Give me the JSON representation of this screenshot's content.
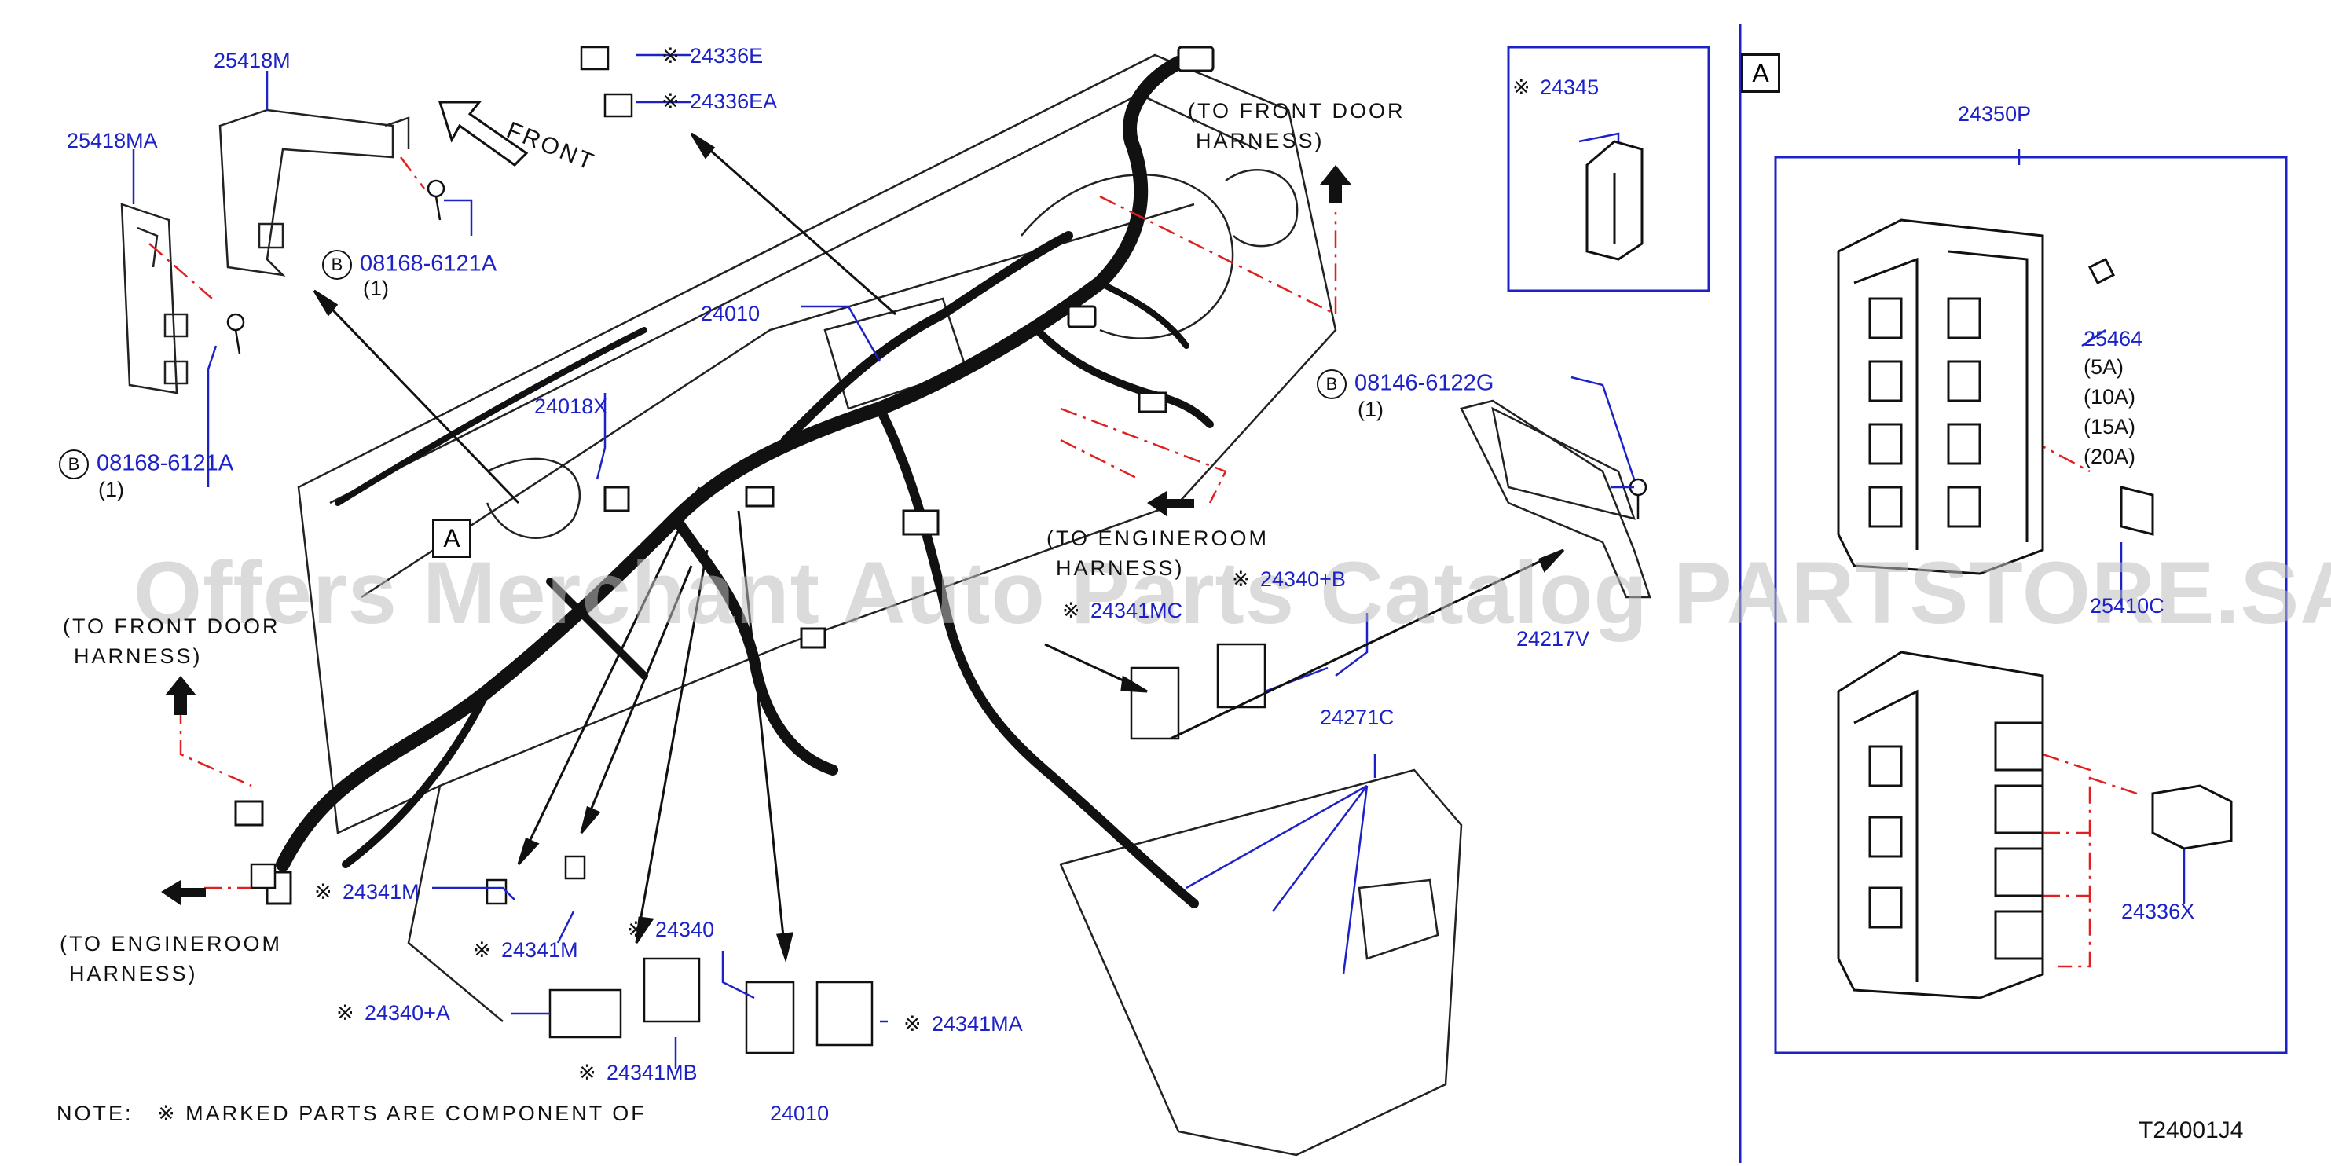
{
  "diagram_code": "T24001J4",
  "section_marker": "A",
  "direction_label": "FRONT",
  "watermark": "Offers Merchant Auto Parts Catalog PARTSTORE.SA",
  "mark_symbol": "※",
  "note": {
    "prefix": "NOTE:",
    "text": "※ MARKED PARTS ARE COMPONENT OF",
    "ref": "24010"
  },
  "harness_notes": {
    "front_door_top_line1": "(TO FRONT DOOR",
    "front_door_top_line2": "HARNESS)",
    "front_door_left_line1": "(TO FRONT DOOR",
    "front_door_left_line2": "HARNESS)",
    "engineroom_mid_line1": "(TO ENGINEROOM",
    "engineroom_mid_line2": "HARNESS)",
    "engineroom_left_line1": "(TO ENGINEROOM",
    "engineroom_left_line2": "HARNESS)"
  },
  "parts": {
    "p25418M": "25418M",
    "p25418MA": "25418MA",
    "p24336E": "24336E",
    "p24336EA": "24336EA",
    "p24010_main": "24010",
    "p24018X": "24018X",
    "p24345": "24345",
    "p24350P": "24350P",
    "p25464": "25464",
    "p25410C": "25410C",
    "p24336X": "24336X",
    "p24340B": "24340+B",
    "p24341MC": "24341MC",
    "p24217V": "24217V",
    "p24271C": "24271C",
    "p24341M_a": "24341M",
    "p24341M_b": "24341M",
    "p24340": "24340",
    "p24340A": "24340+A",
    "p24341MB": "24341MB",
    "p24341MA": "24341MA",
    "bolt1": "08168-6121A",
    "bolt1_qty": "(1)",
    "bolt2": "08168-6121A",
    "bolt2_qty": "(1)",
    "bolt3": "08146-6122G",
    "bolt3_qty": "(1)",
    "bolt_ref": "B"
  },
  "fuse_ratings": [
    "(5A)",
    "(10A)",
    "(15A)",
    "(20A)"
  ],
  "colors": {
    "part_number": "#1d22c8",
    "leader_red": "#e02020",
    "ink": "#111111"
  }
}
